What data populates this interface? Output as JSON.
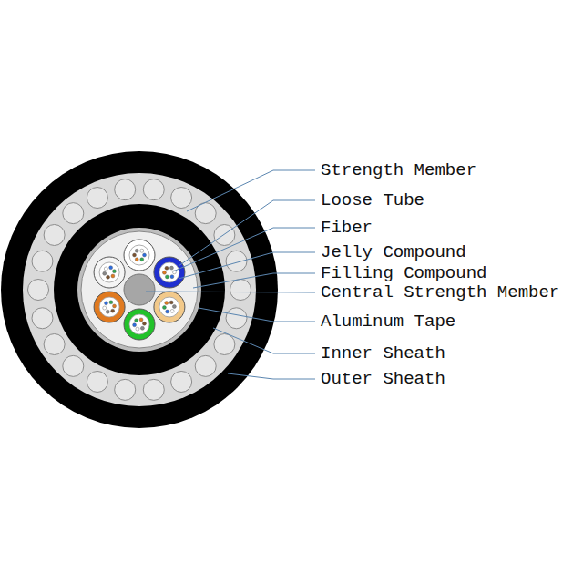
{
  "diagram": {
    "labels": [
      "Strength Member",
      "Loose Tube",
      "Fiber",
      "Jelly Compound",
      "Filling Compound",
      "Central Strength Member",
      "Aluminum Tape",
      "Inner Sheath",
      "Outer Sheath"
    ]
  }
}
